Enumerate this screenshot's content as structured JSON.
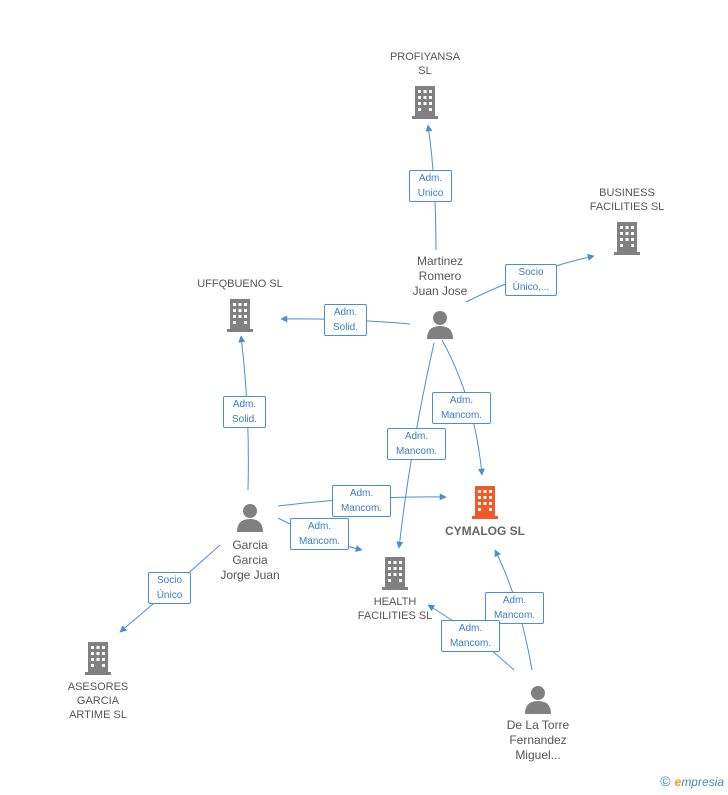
{
  "colors": {
    "company": "#808080",
    "company_main": "#f05a28",
    "person": "#808080",
    "edge": "#4a8fd6"
  },
  "nodes": {
    "profiyansa": {
      "label": "PROFIYANSA\nSL",
      "kind": "company"
    },
    "business_facilities": {
      "label": "BUSINESS\nFACILITIES SL",
      "kind": "company"
    },
    "uffqbueno": {
      "label": "UFFQBUENO  SL",
      "kind": "company"
    },
    "martinez": {
      "label": "Martinez\nRomero\nJuan Jose",
      "kind": "person"
    },
    "cymalog": {
      "label": "CYMALOG SL",
      "kind": "company_main"
    },
    "garcia": {
      "label": "Garcia\nGarcia\nJorge Juan",
      "kind": "person"
    },
    "health_facilities": {
      "label": "HEALTH\nFACILITIES SL",
      "kind": "company"
    },
    "asesores": {
      "label": "ASESORES\nGARCIA\nARTIME  SL",
      "kind": "company"
    },
    "delatorre": {
      "label": "De La Torre\nFernandez\nMiguel...",
      "kind": "person"
    }
  },
  "edges": [
    {
      "id": "e1",
      "label": "Adm.\nUnico"
    },
    {
      "id": "e2",
      "label": "Socio\nÚnico,..."
    },
    {
      "id": "e3",
      "label": "Adm.\nSolid."
    },
    {
      "id": "e4",
      "label": "Adm.\nMancom."
    },
    {
      "id": "e5",
      "label": "Adm.\nMancom."
    },
    {
      "id": "e6",
      "label": "Adm.\nSolid."
    },
    {
      "id": "e7",
      "label": "Adm.\nMancom."
    },
    {
      "id": "e8",
      "label": "Adm.\nMancom."
    },
    {
      "id": "e9",
      "label": "Socio\nÚnico"
    },
    {
      "id": "e10",
      "label": "Adm.\nMancom."
    },
    {
      "id": "e11",
      "label": "Adm.\nMancom."
    }
  ],
  "brand": {
    "copyright": "©",
    "first_letter": "e",
    "rest": "mpresia"
  }
}
